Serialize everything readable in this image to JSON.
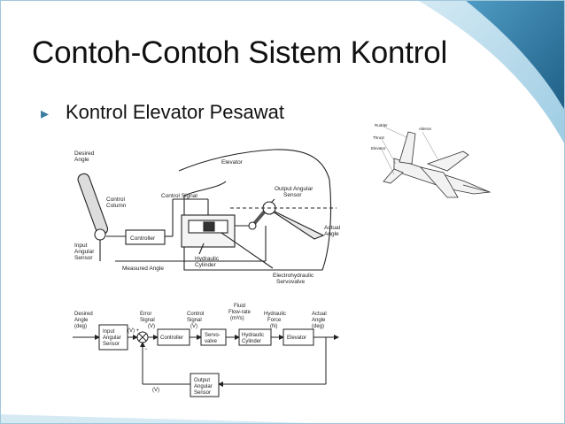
{
  "slide": {
    "title": "Contoh-Contoh Sistem Kontrol",
    "bullet": "Kontrol Elevator Pesawat"
  },
  "mechanism": {
    "desired_angle": [
      "Desired",
      "Angle"
    ],
    "control_column": [
      "Control",
      "Column"
    ],
    "input_angular_sensor": [
      "Input",
      "Angular",
      "Sensor"
    ],
    "controller": "Controller",
    "measured_angle": "Measured Angle",
    "control_signal": "Control Signal",
    "elevator": "Elevator",
    "output_angular_sensor": [
      "Output Angular",
      "Sensor"
    ],
    "actual_angle": [
      "Actual",
      "Angle"
    ],
    "hydraulic_cylinder": [
      "Hydraulic",
      "Cylinder"
    ],
    "electrohydraulic_servovalve": [
      "Electrohydraulic",
      "Servovalve"
    ]
  },
  "block_diagram": {
    "desired_angle": [
      "Desired",
      "Angle",
      "(deg)"
    ],
    "input_angular_sensor": [
      "Input",
      "Angular",
      "Sensor"
    ],
    "v_plus": "(V) +",
    "minus": "−",
    "error_signal": [
      "Error",
      "Signal",
      "(V)"
    ],
    "controller": "Controller",
    "control_signal": [
      "Control",
      "Signal",
      "(V)"
    ],
    "servovalve": [
      "Servo-",
      "valve"
    ],
    "fluid_flow_rate": [
      "Fluid",
      "Flow-rate",
      "(m³/s)"
    ],
    "hydraulic_cylinder": [
      "Hydraulic",
      "Cylinder"
    ],
    "hydraulic_force": [
      "Hydraulic",
      "Force",
      "(N)"
    ],
    "elevator": "Elevator",
    "actual_angle": [
      "Actual",
      "Angle",
      "(deg)"
    ],
    "output_angular_sensor": [
      "Output",
      "Angular",
      "Sensor"
    ],
    "feedback_v": "(V)"
  },
  "jet": {
    "rudder": "Rudder",
    "aileron": "Aileron",
    "thrust": "Thrust",
    "elevator": "Elevator"
  },
  "colors": {
    "accent_dark": "#1f6f9a",
    "accent_light": "#8cc3de",
    "bullet": "#3a7da0"
  }
}
